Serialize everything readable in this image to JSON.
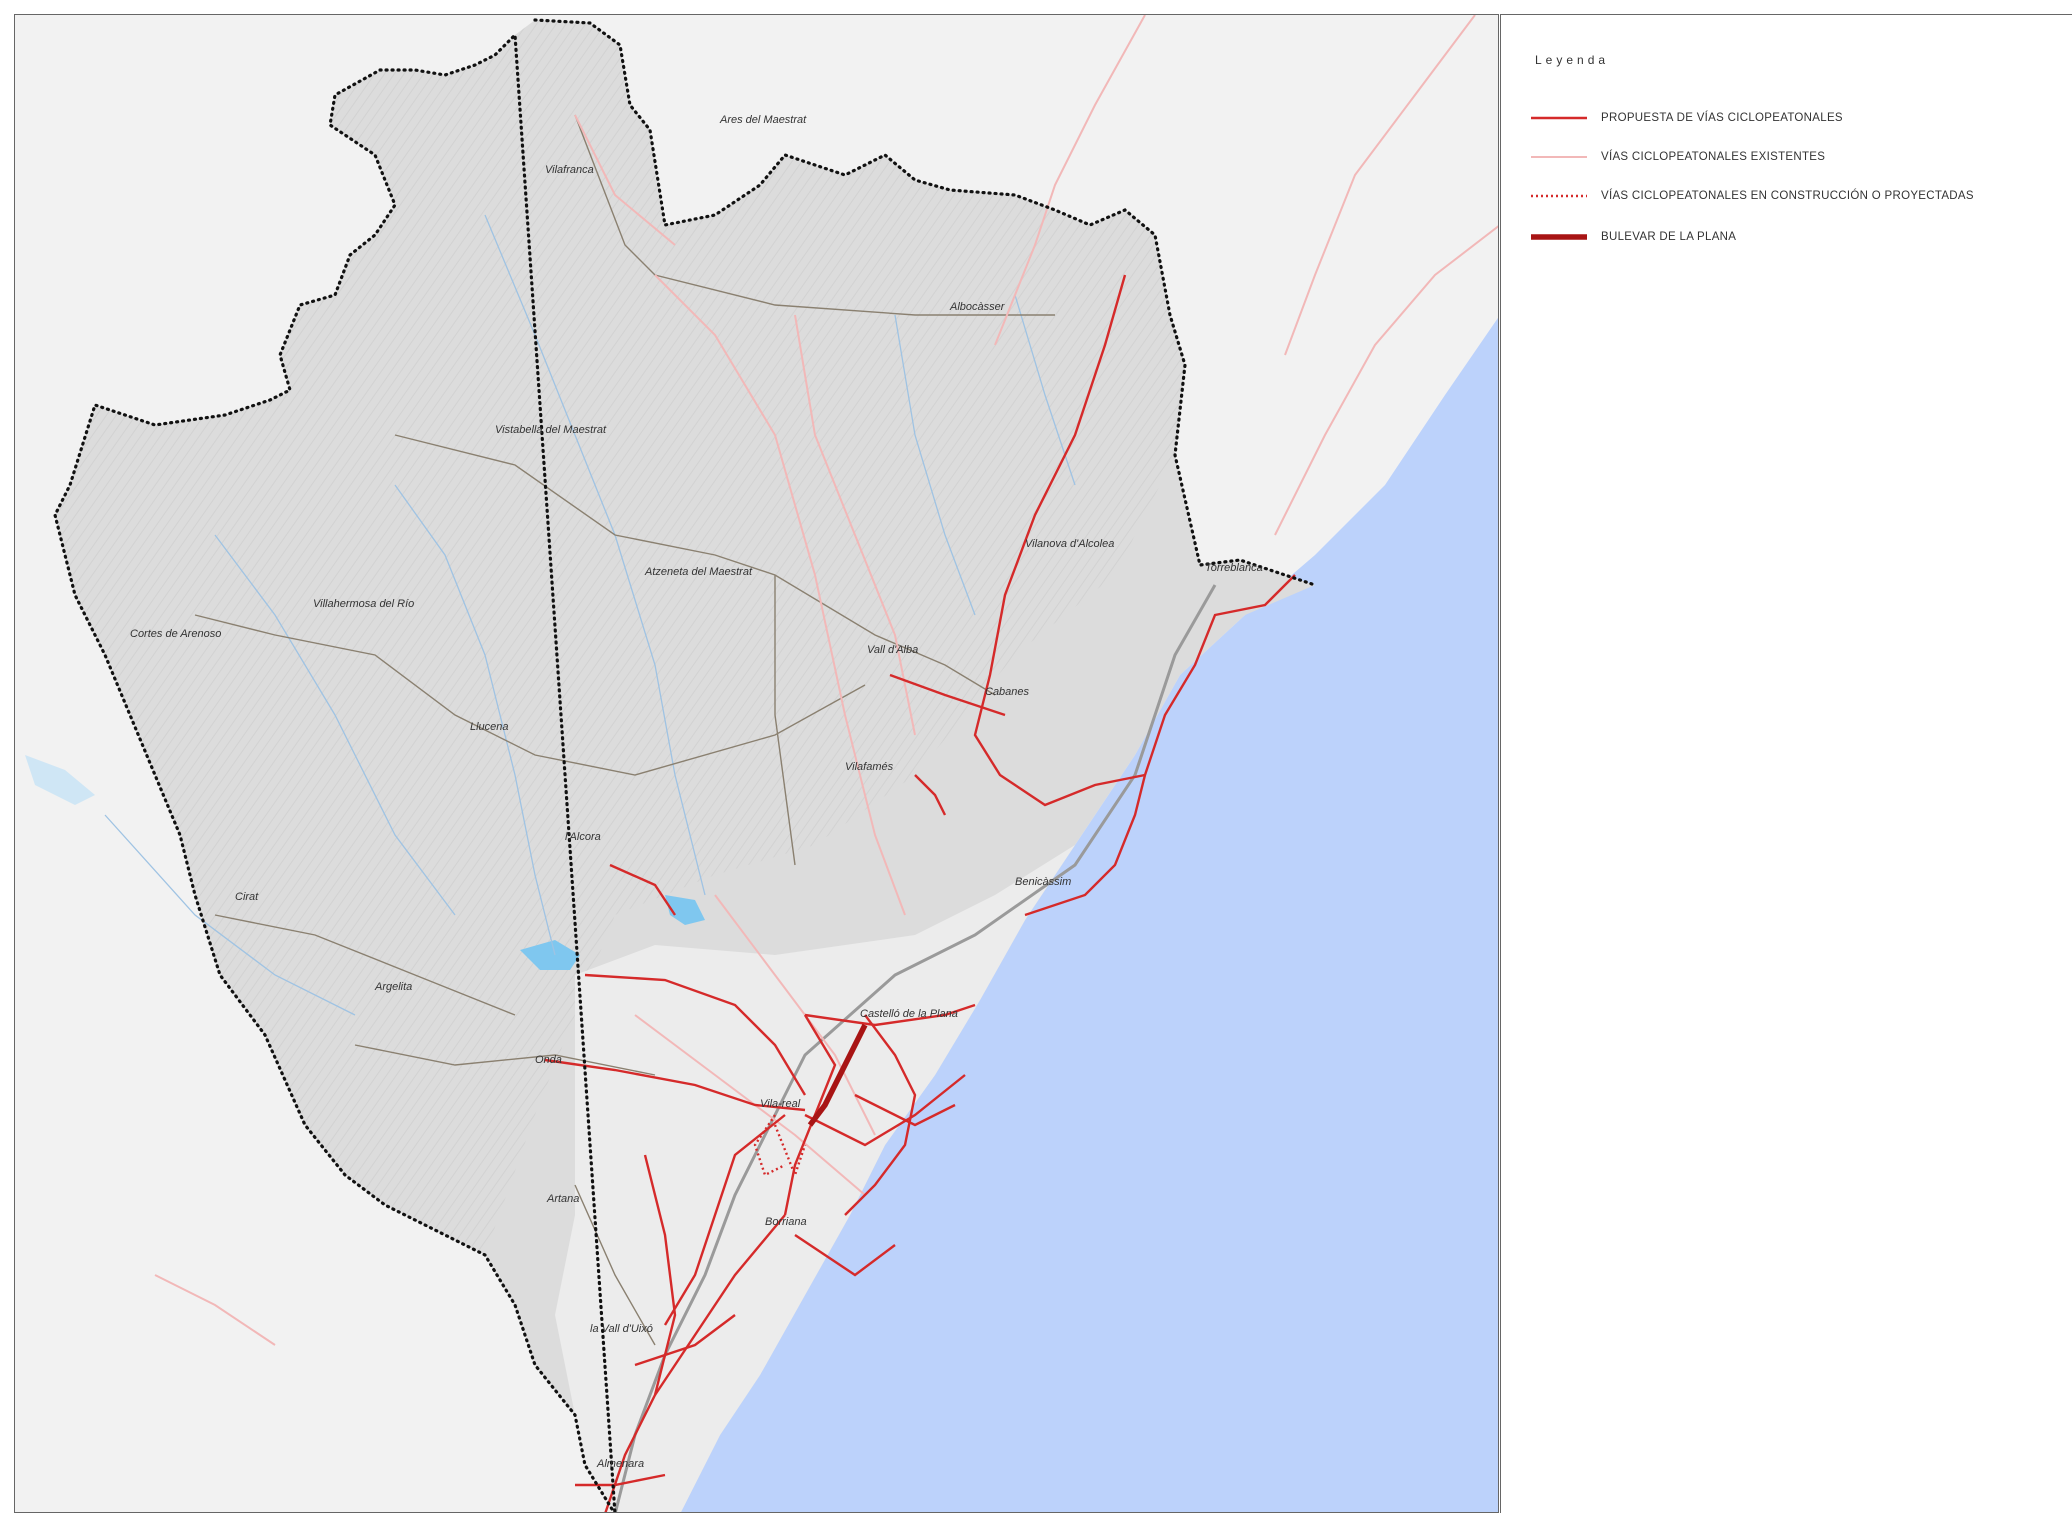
{
  "legend": {
    "title": "Leyenda",
    "items": [
      {
        "label": "PROPUESTA DE VÍAS CICLOPEATONALES",
        "color": "#d52a2a",
        "style": "solid"
      },
      {
        "label": "VÍAS CICLOPEATONALES EXISTENTES",
        "color": "#f2b8b8",
        "style": "solid"
      },
      {
        "label": "VÍAS CICLOPEATONALES EN CONSTRUCCIÓN O PROYECTADAS",
        "color": "#d52a2a",
        "style": "dotted"
      },
      {
        "label": "BULEVAR DE LA PLANA",
        "color": "#a81414",
        "style": "thick"
      }
    ]
  },
  "map": {
    "sea_color": "#bcd2fb",
    "boundary_color": "#111111",
    "towns": [
      "Ares del Maestrat",
      "Vilafranca",
      "Albocàsser",
      "Vistabella del Maestrat",
      "Vilanova d'Alcolea",
      "Torreblanca",
      "Atzeneta del Maestrat",
      "Villahermosa del Río",
      "Cortes de Arenoso",
      "Vall d'Alba",
      "Cabanes",
      "Llucena",
      "Vilafamés",
      "l'Alcora",
      "Benicàssim",
      "Cirat",
      "Argelita",
      "Castelló de la Plana",
      "Onda",
      "Vila-real",
      "Artana",
      "Borriana",
      "la Vall d'Uixó",
      "Almenara"
    ]
  }
}
